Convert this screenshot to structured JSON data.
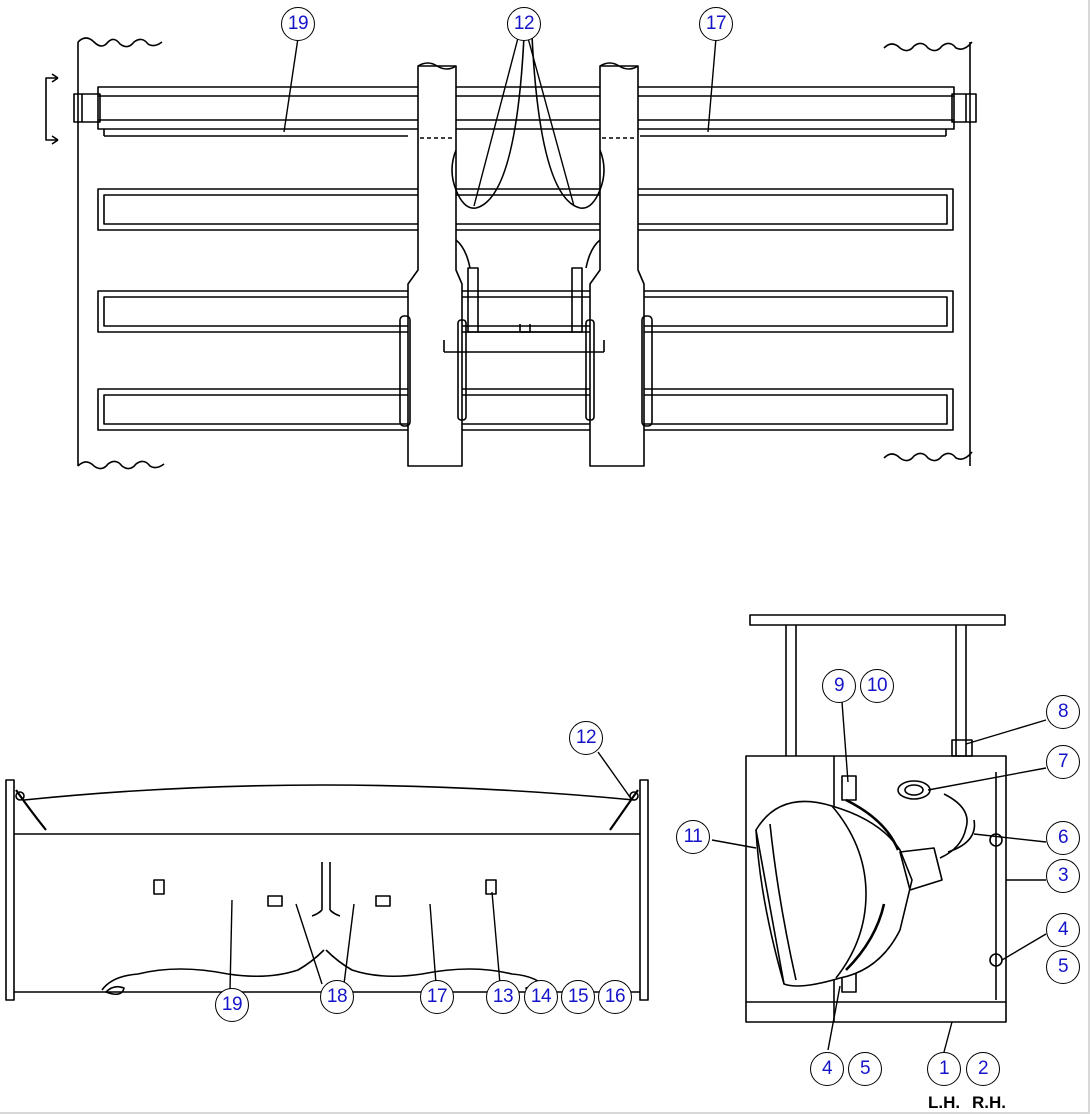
{
  "callouts": [
    {
      "id": "c19-top",
      "label": "19"
    },
    {
      "id": "c12-top",
      "label": "12"
    },
    {
      "id": "c17-top",
      "label": "17"
    },
    {
      "id": "c12-side",
      "label": "12"
    },
    {
      "id": "c19-bottom",
      "label": "19"
    },
    {
      "id": "c18",
      "label": "18"
    },
    {
      "id": "c17-bottom",
      "label": "17"
    },
    {
      "id": "c13",
      "label": "13"
    },
    {
      "id": "c14",
      "label": "14"
    },
    {
      "id": "c15",
      "label": "15"
    },
    {
      "id": "c16",
      "label": "16"
    },
    {
      "id": "c9",
      "label": "9"
    },
    {
      "id": "c10",
      "label": "10"
    },
    {
      "id": "c8",
      "label": "8"
    },
    {
      "id": "c7",
      "label": "7"
    },
    {
      "id": "c6",
      "label": "6"
    },
    {
      "id": "c11",
      "label": "11"
    },
    {
      "id": "c3",
      "label": "3"
    },
    {
      "id": "c4-right",
      "label": "4"
    },
    {
      "id": "c5-right",
      "label": "5"
    },
    {
      "id": "c4-bottom",
      "label": "4"
    },
    {
      "id": "c5-bottom",
      "label": "5"
    },
    {
      "id": "c1",
      "label": "1"
    },
    {
      "id": "c2",
      "label": "2"
    }
  ],
  "side_labels": {
    "lh": "L.H.",
    "rh": "R.H."
  },
  "colors": {
    "callout_text": "#1414c8",
    "line": "#000000",
    "background": "#ffffff"
  }
}
